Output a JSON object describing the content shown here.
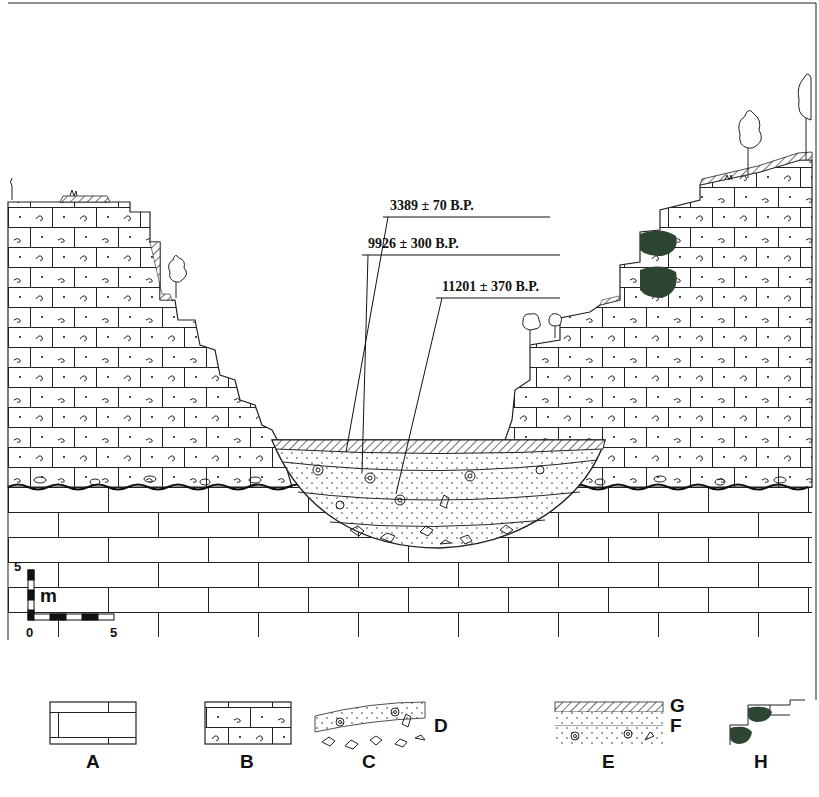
{
  "diagram": {
    "labels": [
      "3389 ± 70 B.P.",
      "9926 ± 300 B.P.",
      "11201 ± 370 B.P.",
      "5",
      "m",
      "0",
      "5"
    ],
    "legend": [
      {
        "text": "A"
      },
      {
        "text": "B"
      },
      {
        "text": "C"
      },
      {
        "text": "D"
      },
      {
        "text": "E"
      },
      {
        "text": "F"
      },
      {
        "text": "G"
      },
      {
        "text": "H"
      }
    ]
  }
}
